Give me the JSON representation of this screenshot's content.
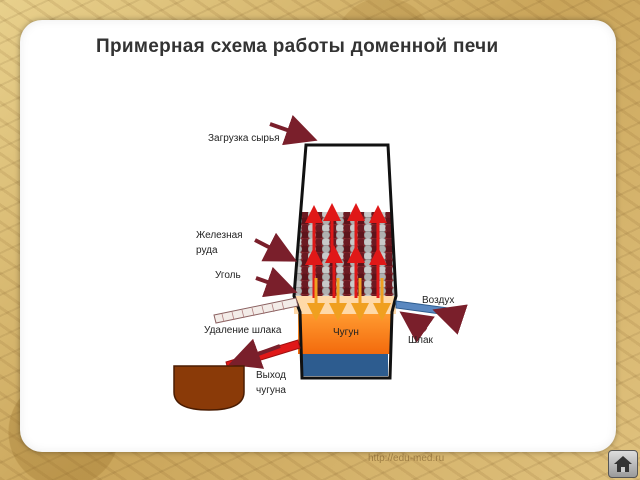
{
  "title": "Примерная схема работы доменной печи",
  "labels": {
    "raw_material": "Загрузка сырья",
    "iron_ore": "Железная руда",
    "coal": "Уголь",
    "air": "Воздух",
    "slag_removal": "Удаление шлака",
    "pig_iron": "Чугун",
    "slag": "Шлак",
    "iron_output": "Выход чугуна"
  },
  "watermark": "http://edu-med.ru",
  "colors": {
    "arrow_brown": "#7a1f2b",
    "ore": "#6b1a22",
    "coal": "#b8b8b8",
    "flame": "#ff7a10",
    "molten_iron": "#f36a0c",
    "slag_layer": "#2d5c8f",
    "ladle": "#8a3a08",
    "up_arrow": "#e01818",
    "down_arrow": "#f0a020"
  },
  "icons": {
    "home": "home-icon"
  }
}
